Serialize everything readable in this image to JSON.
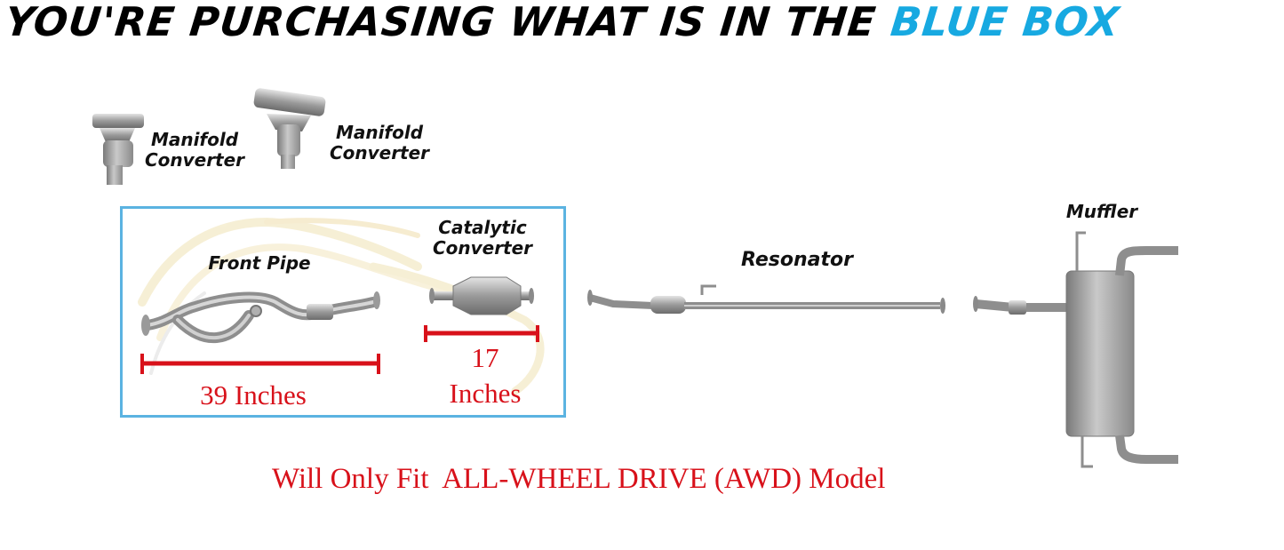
{
  "headline": {
    "main": "YOU'RE PURCHASING WHAT IS IN THE ",
    "accent": "BLUE BOX"
  },
  "labels": {
    "manifold1": [
      "Manifold",
      "Converter"
    ],
    "manifold2": [
      "Manifold",
      "Converter"
    ],
    "front_pipe": "Front Pipe",
    "catalytic": [
      "Catalytic",
      "Converter"
    ],
    "resonator": "Resonator",
    "muffler": "Muffler"
  },
  "measurements": {
    "front_pipe": "39 Inches",
    "catalytic_num": "17",
    "catalytic_unit": "Inches"
  },
  "note": "Will Only Fit  ALL-WHEEL DRIVE (AWD) Model",
  "colors": {
    "accent": "#17a9e1",
    "box_border": "#5bb3e1",
    "measure": "#d8111a"
  }
}
